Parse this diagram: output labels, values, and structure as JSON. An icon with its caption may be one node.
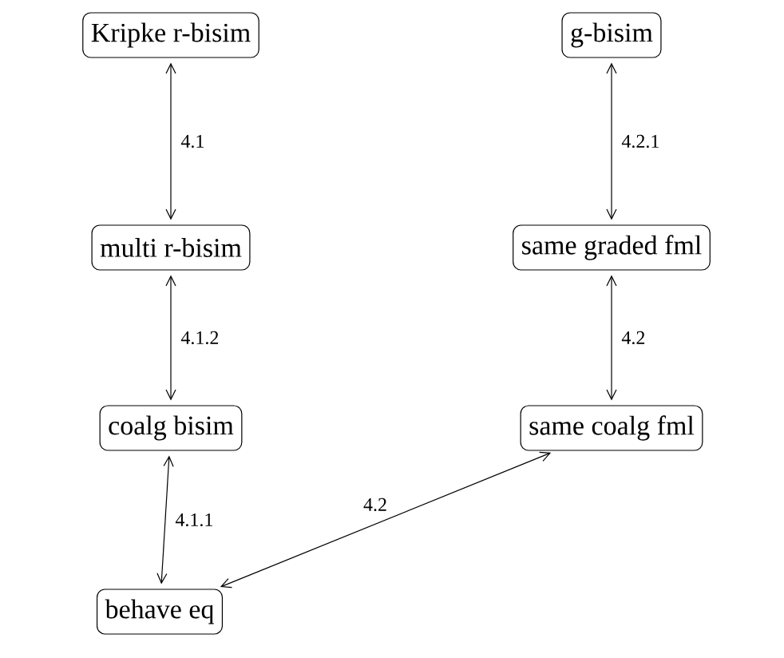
{
  "diagram": {
    "nodes": [
      {
        "text": [
          "Kripke r-bisim"
        ]
      },
      {
        "text": [
          "g-bisim"
        ]
      },
      {
        "text": [
          "multi r-bisim"
        ]
      },
      {
        "text": [
          "same graded fml"
        ]
      },
      {
        "text": [
          "coalg bisim"
        ]
      },
      {
        "text": [
          "same coalg fml"
        ]
      },
      {
        "text": [
          "behave eq"
        ]
      }
    ],
    "edges": [
      {
        "from": 0,
        "to": 2,
        "arrow": "both",
        "label": "4.1"
      },
      {
        "from": 2,
        "to": 4,
        "arrow": "both",
        "label": "4.1.2"
      },
      {
        "from": 4,
        "to": 6,
        "arrow": "both",
        "label": "4.1.1"
      },
      {
        "from": 1,
        "to": 3,
        "arrow": "both",
        "label": "4.2.1"
      },
      {
        "from": 3,
        "to": 5,
        "arrow": "both",
        "label": "4.2"
      },
      {
        "from": 6,
        "to": 5,
        "arrow": "both",
        "label": "4.2"
      }
    ]
  }
}
